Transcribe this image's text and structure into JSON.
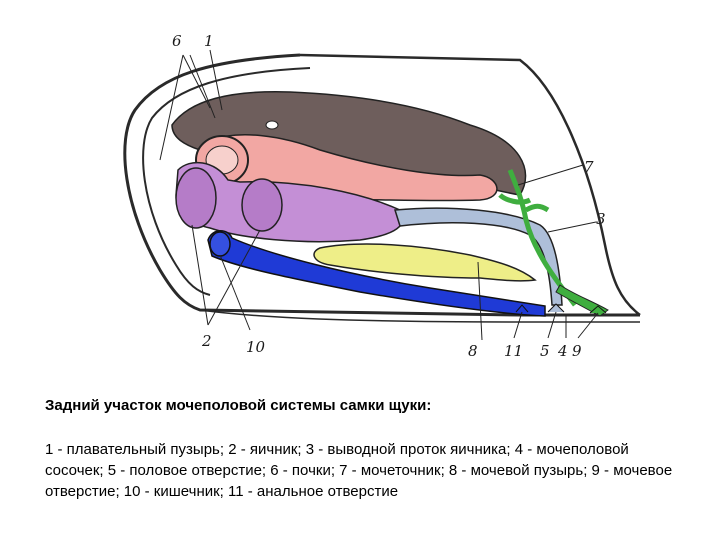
{
  "figure": {
    "labels": {
      "l1": "1",
      "l2": "2",
      "l3": "3",
      "l4": "4",
      "l5": "5",
      "l6": "6",
      "l7": "7",
      "l8": "8",
      "l9": "9",
      "l10": "10",
      "l11": "11"
    },
    "colors": {
      "swim_bladder": "#6e5e5c",
      "kidney": "#f2a7a3",
      "ovary": "#c48fd6",
      "bladder": "#eeee88",
      "ureter": "#aebfd9",
      "intestine": "#1f3ad6",
      "urinary_duct": "#3fae3f",
      "body_wall": "#333333"
    }
  },
  "caption": {
    "title": "Задний участок мочеполовой системы самки щуки:",
    "legend": "1 - плавательный пузырь; 2 - яичник; 3 - выводной проток яичника; 4 - мочеполовой сосочек; 5 - половое отверстие; 6 - почки; 7 - мочеточник; 8 - мочевой пузырь; 9 - мочевое отверстие; 10 - кишечник; 11 - анальное отверстие"
  }
}
